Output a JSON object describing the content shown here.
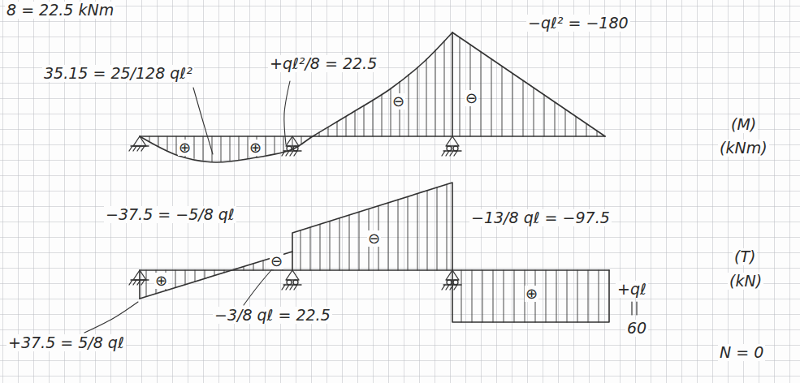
{
  "diagram": {
    "labels": [
      "8 = 22.5 kNm",
      "35.15 = 25/128 qℓ²",
      "+qℓ²/8 = 22.5",
      "−qℓ² = −180",
      "⊕",
      "⊕",
      "⊖",
      "⊖",
      "(M)",
      "(kNm)",
      "−37.5 = −5/8 qℓ",
      "−13/8 qℓ = −97.5",
      "⊕",
      "⊖",
      "⊖",
      "⊕",
      "(T)",
      "(kN)",
      "−3/8 qℓ = 22.5",
      "+37.5 = 5/8 qℓ",
      "+qℓ",
      "60",
      "N = 0"
    ]
  }
}
